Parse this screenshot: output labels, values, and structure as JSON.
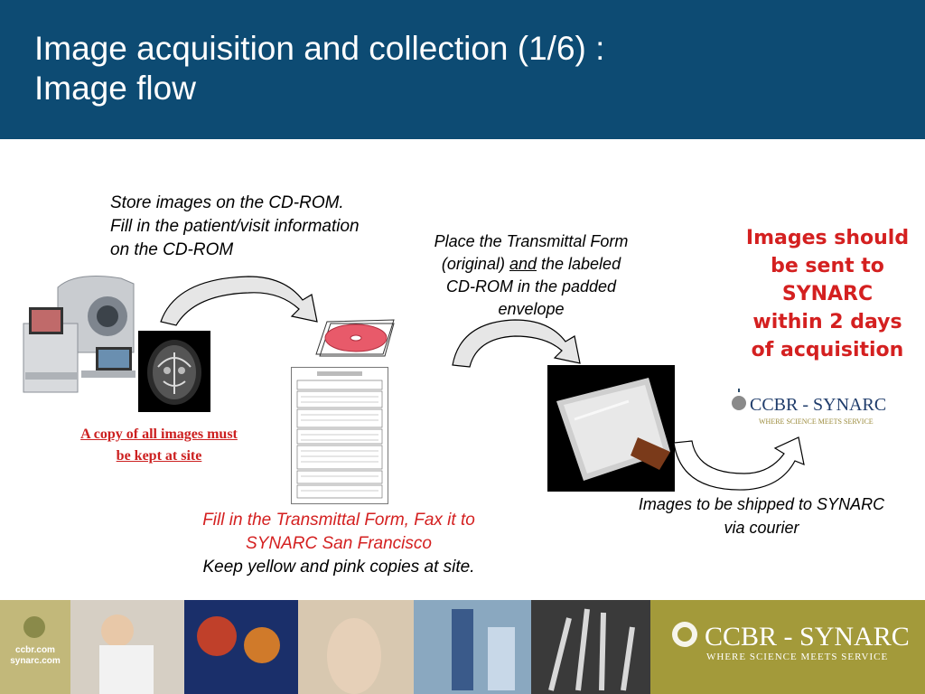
{
  "slide": {
    "title_line1": "Image acquisition and collection (1/6) :",
    "title_line2": "Image flow"
  },
  "steps": {
    "store_line1": "Store images on the CD-ROM.",
    "store_line2": "Fill in the patient/visit information",
    "store_line3": "on the CD-ROM",
    "place_part1": "Place the Transmittal Form (original) ",
    "place_and": "and",
    "place_part2": " the labeled CD-ROM in the padded envelope",
    "deadline_line1": "Images should",
    "deadline_line2": "be sent to",
    "deadline_line3": "SYNARC",
    "deadline_line4": "within 2 days",
    "deadline_line5": "of acquisition",
    "copy_note_line1": "A copy of all images must",
    "copy_note_line2": "be kept at site",
    "fill_line1": "Fill in the Transmittal Form, Fax it to",
    "fill_line2": "SYNARC San Francisco",
    "fill_line3": "Keep yellow and pink copies at site.",
    "ship_line1": "Images to be shipped to SYNARC",
    "ship_line2": "via courier"
  },
  "logo": {
    "name_cc": "CCBR",
    "name_dash": " - ",
    "name_syn": "SYNARC",
    "tagline": "WHERE SCIENCE MEETS SERVICE"
  },
  "footer": {
    "site1": "ccbr.com",
    "site2": "synarc.com"
  },
  "colors": {
    "header": "#0d4b73",
    "accent_red": "#d42020",
    "footer": "#a39a3a"
  }
}
